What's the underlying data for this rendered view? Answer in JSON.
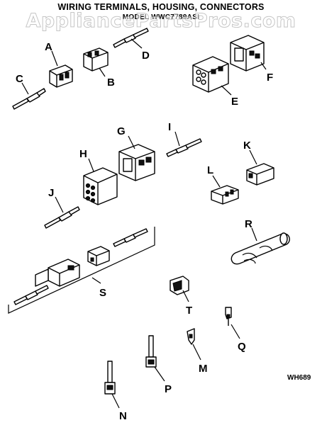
{
  "diagram": {
    "title_line1": "WIRING TERMINALS, HOUSING, CONNECTORS",
    "title_line2": "MODEL WWC7789ASI",
    "watermark": "AppliancePartsPros.com",
    "diagram_code": "WH689",
    "parts": {
      "A": "A",
      "B": "B",
      "C": "C",
      "D": "D",
      "E": "E",
      "F": "F",
      "G": "G",
      "H": "H",
      "I": "I",
      "J": "J",
      "K": "K",
      "L": "L",
      "M": "M",
      "N": "N",
      "P": "P",
      "Q": "Q",
      "R": "R",
      "S": "S",
      "T": "T"
    }
  }
}
